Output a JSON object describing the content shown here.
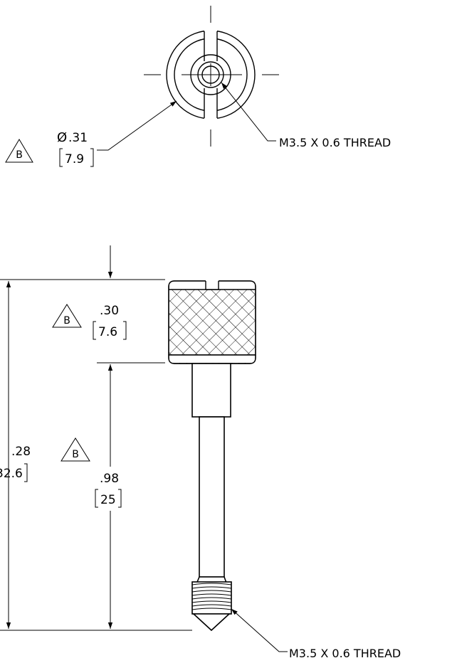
{
  "top_view": {
    "diameter_symbol": "Ø",
    "diameter_in": ".31",
    "diameter_mm": "7.9",
    "callout_flag": "B",
    "thread_note": "M3.5 X 0.6 THREAD"
  },
  "side_view": {
    "overall_in": ".28",
    "overall_mm": "32.6",
    "head_in": ".30",
    "head_mm": "7.6",
    "head_flag": "B",
    "shank_in": ".98",
    "shank_mm": "25",
    "shank_flag": "B",
    "thread_note": "M3.5 X 0.6 THREAD"
  }
}
